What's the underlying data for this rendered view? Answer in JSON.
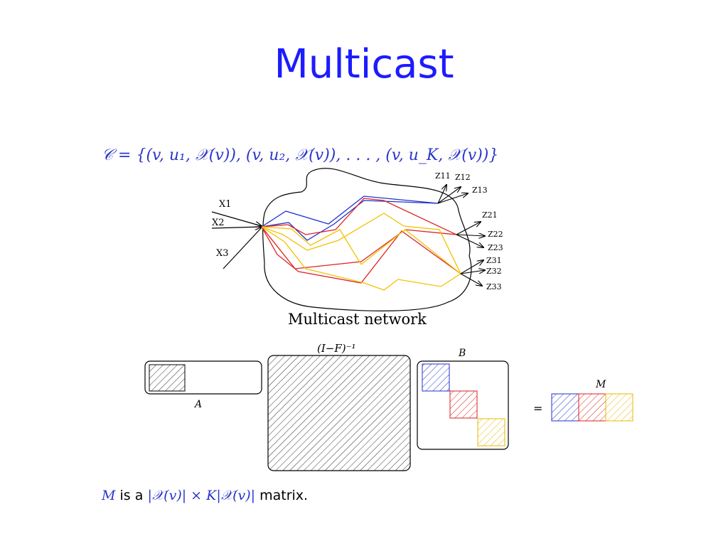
{
  "title": "Multicast",
  "formula": "𝒞 = {(v, u₁, 𝒳(v)), (v, u₂, 𝒳(v)), . . . , (v, u_K, 𝒳(v))}",
  "network": {
    "caption": "Multicast network",
    "inputs": [
      "X1",
      "X2",
      "X3"
    ],
    "outputs": [
      "Z11",
      "Z12",
      "Z13",
      "Z21",
      "Z22",
      "Z23",
      "Z31",
      "Z32",
      "Z33"
    ],
    "colors": {
      "path1": "#2233cc",
      "path2": "#dd2222",
      "path3": "#f2c200"
    }
  },
  "matrices": {
    "a_label": "A",
    "inverse_label": "(I−F)⁻¹",
    "b_label": "B",
    "equals": "=",
    "m_label": "M"
  },
  "footer": {
    "m_symbol": "M",
    "text_is": "is a",
    "expr": "|𝒳(v)| × K|𝒳(v)|",
    "text_matrix": "matrix."
  }
}
